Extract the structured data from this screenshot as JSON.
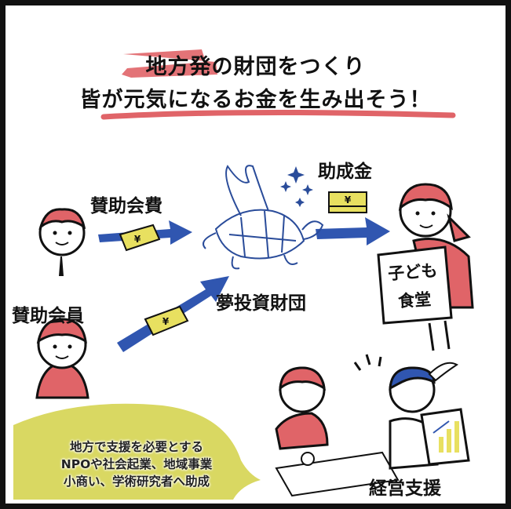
{
  "title": {
    "line1": "地方発の財団をつくり",
    "line2": "皆が元気になるお金を生み出そう！"
  },
  "labels": {
    "membership_fee": "賛助会費",
    "grant": "助成金",
    "member": "賛助会員",
    "foundation": "夢投資財団",
    "management_support": "経営支援"
  },
  "sign_text": "子ども食堂",
  "money_symbol": "¥",
  "note": {
    "line1": "地方で支援を必要とする",
    "line2": "NPOや社会起業、地域事業",
    "line3": "小商い、学術研究者へ助成"
  },
  "colors": {
    "accent_red": "#e06468",
    "arrow_blue": "#3056b0",
    "money_yellow": "#e8e060",
    "note_bg": "#d9d862",
    "line_blue": "#2a4c9a"
  }
}
